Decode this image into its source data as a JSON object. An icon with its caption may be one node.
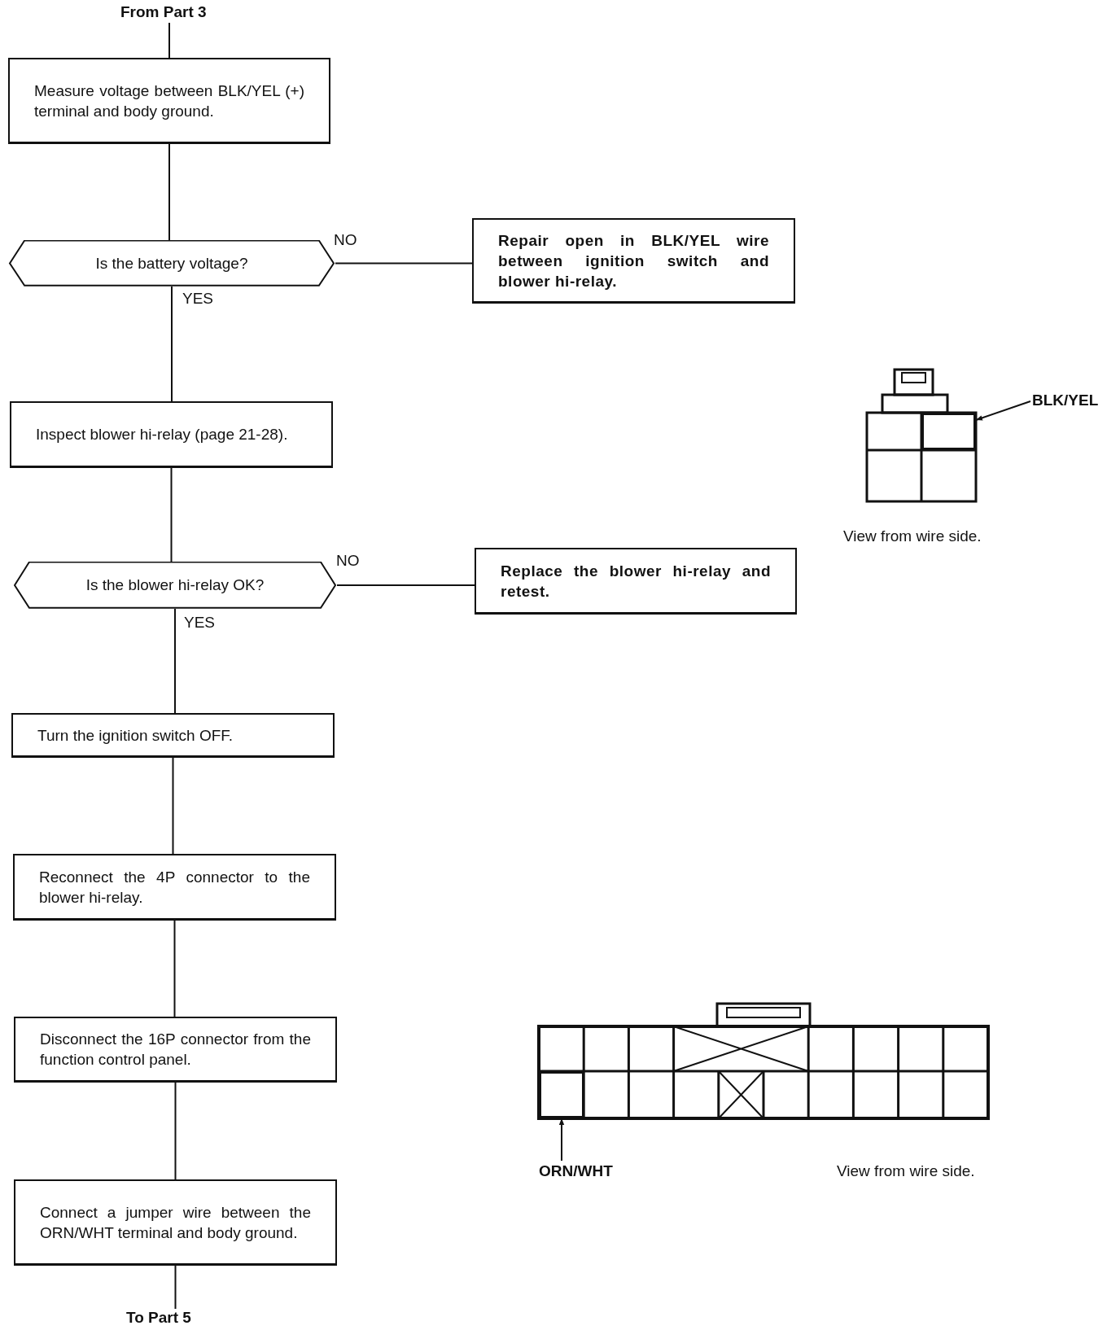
{
  "diagram": {
    "nodes": [
      {
        "text": [
          "From Part 3"
        ]
      },
      {
        "text": [
          "Measure voltage between BLK/YEL (+) terminal and body ground."
        ]
      },
      {
        "text": [
          "Is the battery voltage?"
        ]
      },
      {
        "text": [
          "Repair open in BLK/YEL wire between ignition switch and blower hi-relay."
        ]
      },
      {
        "text": [
          "Inspect blower hi-relay (page 21-28)."
        ]
      },
      {
        "text": [
          "Is the blower hi-relay OK?"
        ]
      },
      {
        "text": [
          "Replace the blower hi-relay and retest."
        ]
      },
      {
        "text": [
          "Turn the ignition switch OFF."
        ]
      },
      {
        "text": [
          "Reconnect the 4P connector to the blower hi-relay."
        ]
      },
      {
        "text": [
          "Disconnect the 16P connector from the function control panel."
        ]
      },
      {
        "text": [
          "Connect a jumper wire between the ORN/WHT terminal and body ground."
        ]
      },
      {
        "text": [
          "To Part 5"
        ]
      },
      {
        "text": [
          "BLK/YEL"
        ]
      },
      {
        "text": [],
        "shape": "box"
      },
      {
        "text": [
          "ORN/WHT"
        ]
      },
      {
        "text": [],
        "shape": "box"
      }
    ],
    "edges": [
      {
        "from": 0,
        "to": 1,
        "arrow": "none"
      },
      {
        "from": 1,
        "to": 2,
        "arrow": "none"
      },
      {
        "from": 2,
        "to": 3,
        "arrow": "none",
        "label": "NO"
      },
      {
        "from": 2,
        "to": 4,
        "arrow": "none",
        "label": "YES"
      },
      {
        "from": 4,
        "to": 5,
        "arrow": "none"
      },
      {
        "from": 5,
        "to": 6,
        "arrow": "none",
        "label": "NO"
      },
      {
        "from": 5,
        "to": 7,
        "arrow": "none",
        "label": "YES"
      },
      {
        "from": 7,
        "to": 8,
        "arrow": "none"
      },
      {
        "from": 8,
        "to": 9,
        "arrow": "none"
      },
      {
        "from": 9,
        "to": 10,
        "arrow": "none"
      },
      {
        "from": 10,
        "to": 11,
        "arrow": "none"
      },
      {
        "from": 12,
        "to": 13,
        "arrow": "to"
      },
      {
        "from": 14,
        "to": 15,
        "arrow": "to"
      }
    ],
    "labels": [
      "View from wire side.",
      "View from wire side."
    ]
  }
}
